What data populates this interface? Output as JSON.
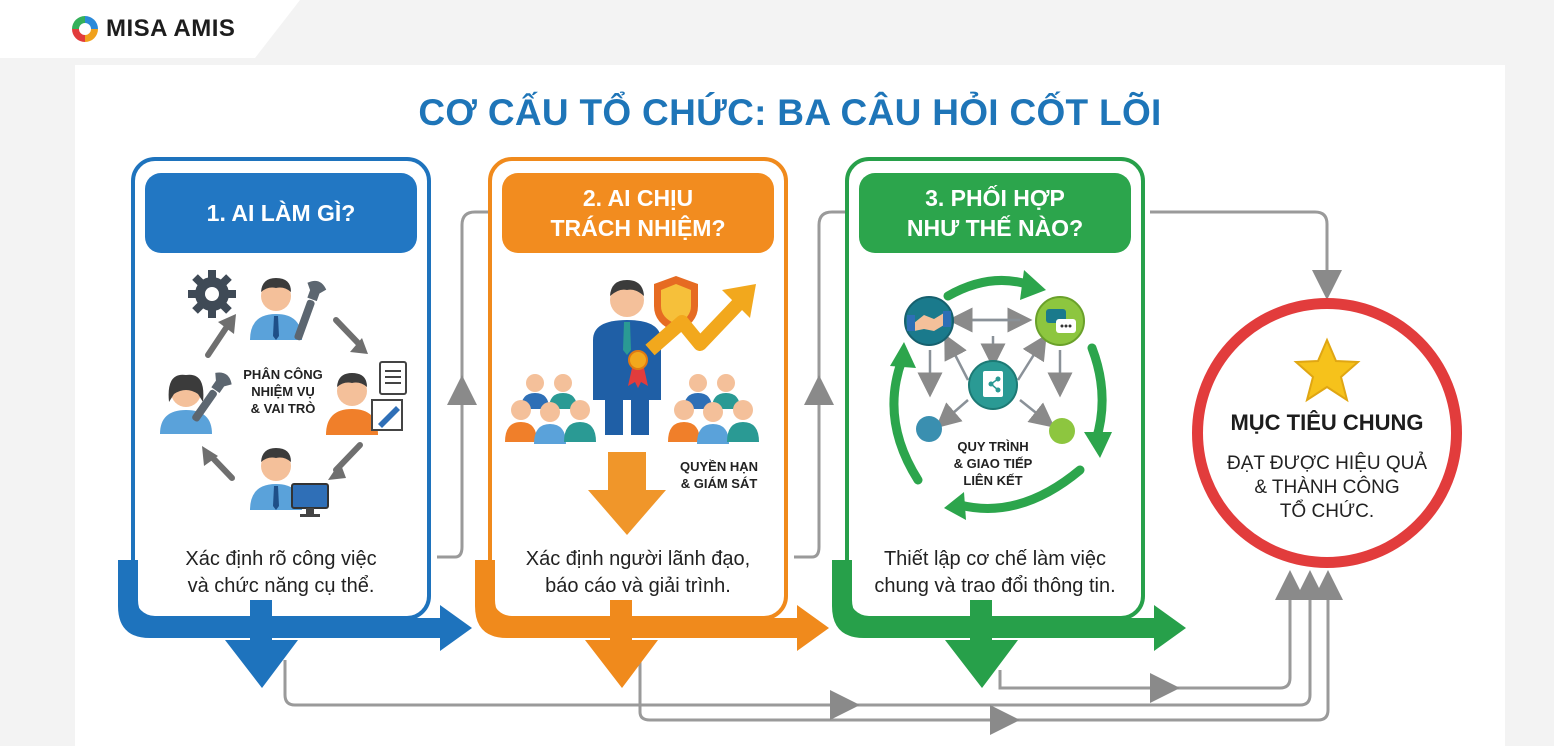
{
  "logo": {
    "text": "MISA AMIS"
  },
  "title": "CƠ CẤU TỔ CHỨC: BA CÂU HỎI CỐT LÕI",
  "panels": [
    {
      "header_line1": "1. AI LÀM GÌ?",
      "header_line2": "",
      "illustration_label": [
        "PHÂN CÔNG",
        "NHIỆM VỤ",
        "& VAI TRÒ"
      ],
      "body_line1": "Xác định rõ công việc",
      "body_line2": "và chức năng cụ thể.",
      "color": "#2277c3"
    },
    {
      "header_line1": "2. AI CHỊU",
      "header_line2": "TRÁCH NHIỆM?",
      "illustration_label": [
        "QUYỀN HẠN",
        "& GIÁM SÁT"
      ],
      "body_line1": "Xác định người lãnh đạo,",
      "body_line2": "báo cáo và giải trình.",
      "color": "#f28c1f"
    },
    {
      "header_line1": "3. PHỐI HỢP",
      "header_line2": "NHƯ THẾ NÀO?",
      "illustration_label": [
        "QUY TRÌNH",
        "& GIAO TIẾP",
        "LIÊN KẾT"
      ],
      "body_line1": "Thiết lập cơ chế làm việc",
      "body_line2": "chung và trao đổi thông tin.",
      "color": "#2ca54c"
    }
  ],
  "goal": {
    "title": "MỤC TIÊU CHUNG",
    "desc_line1": "ĐẠT ĐƯỢC HIỆU QUẢ",
    "desc_line2": "& THÀNH CÔNG",
    "desc_line3": "TỔ CHỨC.",
    "color": "#e23c3c"
  },
  "icons": [
    "gear-icon",
    "wrench-icon",
    "document-icon",
    "monitor-icon",
    "shield-icon",
    "medal-icon",
    "handshake-icon",
    "chat-icon",
    "share-icon",
    "star-icon"
  ]
}
